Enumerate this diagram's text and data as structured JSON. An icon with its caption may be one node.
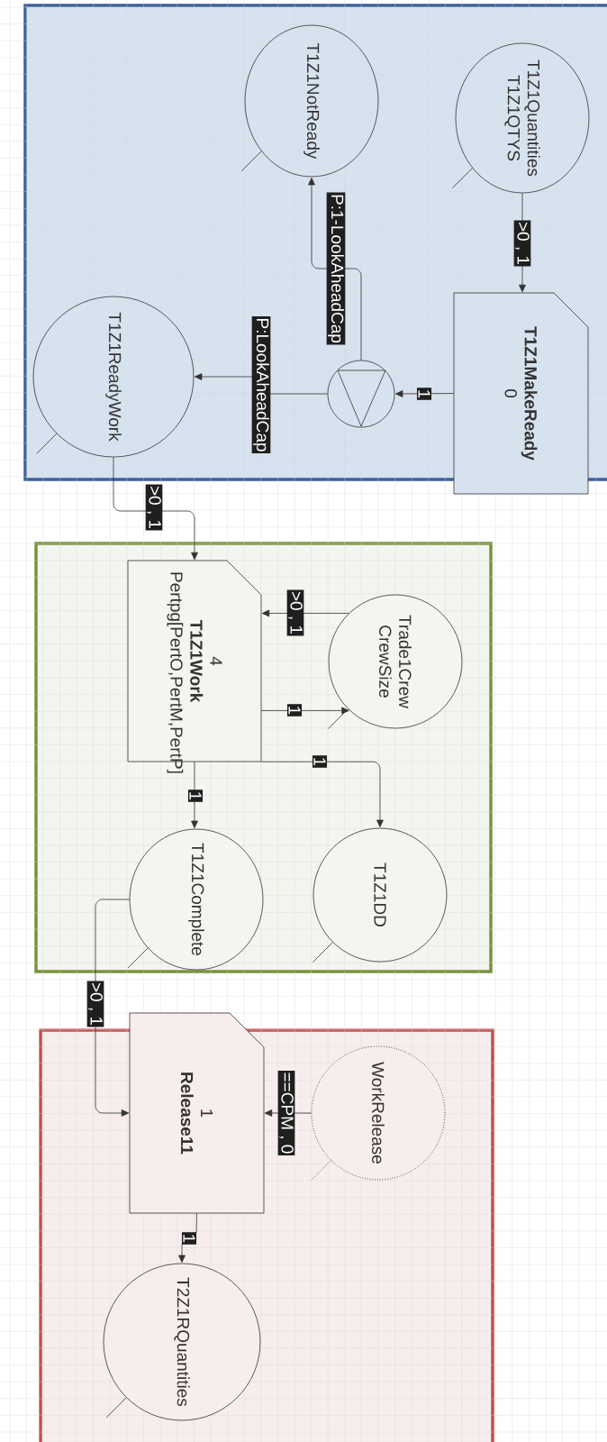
{
  "diagram": {
    "nodes": [
      {
        "text": [],
        "shape": "box"
      },
      {
        "text": [
          "T1Z1Quantities",
          "T1Z1QTYS"
        ],
        "in": 0
      },
      {
        "text": [
          "T1Z1NotReady"
        ],
        "in": 0
      },
      {
        "text": [
          "T1Z1MakeReady",
          "0"
        ],
        "in": 0
      },
      {
        "text": [],
        "shape": "circle",
        "in": 0
      },
      {
        "text": [
          "T1Z1ReadyWork"
        ],
        "in": 0
      },
      {
        "text": [],
        "shape": "box"
      },
      {
        "text": [
          "4",
          "T1Z1Work",
          "Pertpg[PertO,PertM,PertP]"
        ],
        "in": 6
      },
      {
        "text": [
          "Trade1Crew",
          "CrewSize"
        ],
        "in": 6
      },
      {
        "text": [
          "T1Z1Complete"
        ],
        "in": 6
      },
      {
        "text": [
          "T1Z1DD"
        ],
        "in": 6
      },
      {
        "text": [],
        "shape": "box"
      },
      {
        "text": [
          "1",
          "Release11"
        ],
        "in": 11
      },
      {
        "text": [
          "WorkRelease"
        ],
        "in": 11
      },
      {
        "text": [
          "T2Z1RQuantities"
        ],
        "in": 11
      }
    ],
    "edges": [
      {
        "from": 1,
        "to": 3,
        "arrow": "to",
        "label": ">0 , 1"
      },
      {
        "from": 3,
        "to": 4,
        "arrow": "to",
        "label": "1"
      },
      {
        "from": 4,
        "to": 5,
        "arrow": "to",
        "label": "P:LookAheadCap"
      },
      {
        "from": 4,
        "to": 2,
        "arrow": "to",
        "label": "P:1-LookAheadCap"
      },
      {
        "from": 5,
        "to": 7,
        "arrow": "to",
        "label": ">0 , 1"
      },
      {
        "from": 8,
        "to": 7,
        "arrow": "to",
        "label": ">0 , 1"
      },
      {
        "from": 7,
        "to": 8,
        "arrow": "to",
        "label": "1"
      },
      {
        "from": 7,
        "to": 10,
        "arrow": "to",
        "label": "1"
      },
      {
        "from": 7,
        "to": 9,
        "arrow": "to",
        "label": "1"
      },
      {
        "from": 9,
        "to": 12,
        "arrow": "to",
        "label": ">0 , 1"
      },
      {
        "from": 13,
        "to": 12,
        "arrow": "to",
        "label": "==CPM , 0"
      },
      {
        "from": 12,
        "to": 14,
        "arrow": "to",
        "label": "1"
      }
    ]
  }
}
